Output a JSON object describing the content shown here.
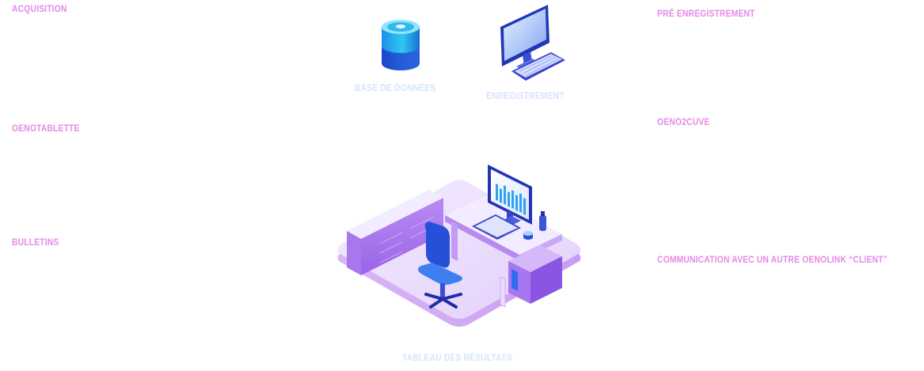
{
  "labels": {
    "acquisition": "ACQUISITION",
    "oenotablette": "OENOTABLETTE",
    "bulletins": "BULLETINS",
    "pre_enregistrement": "PRÉ ENREGISTREMENT",
    "oeno2cuve": "OENO2CUVE",
    "communication": "COMMUNICATION AVEC UN AUTRE OENOLINK “CLIENT”",
    "base_de_donnees": "BASE DE DONNÉES",
    "enregistrement": "ENREGISTREMENT",
    "tableau_des_resultats": "TABLEAU DES RÉSULTATS"
  },
  "icons": {
    "database": "database-icon",
    "computer": "computer-icon",
    "workstation": "workstation-illustration"
  },
  "colors": {
    "label_pink": "#e68ae6",
    "label_light_blue": "#d7e4fb",
    "platform_lavender": "#e6d4fb",
    "screen_blue": "#2b4bd8",
    "chair_blue": "#2450d6"
  }
}
